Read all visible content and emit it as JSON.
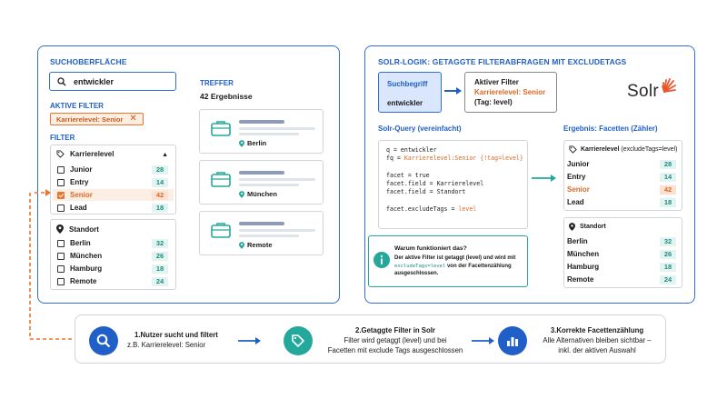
{
  "left_panel": {
    "title": "SUCHOBERFLÄCHE",
    "search_value": "entwickler",
    "active_filter_label": "AKTIVE FILTER",
    "active_chip": "Karrierelevel: Senior",
    "filter_label": "FILTER",
    "facets": [
      {
        "name": "Karrierelevel",
        "icon": "tag-icon",
        "items": [
          {
            "label": "Junior",
            "count": "28",
            "checked": false
          },
          {
            "label": "Entry",
            "count": "14",
            "checked": false
          },
          {
            "label": "Senior",
            "count": "42",
            "checked": true
          },
          {
            "label": "Lead",
            "count": "18",
            "checked": false
          }
        ]
      },
      {
        "name": "Standort",
        "icon": "pin-icon",
        "items": [
          {
            "label": "Berlin",
            "count": "32",
            "checked": false
          },
          {
            "label": "München",
            "count": "26",
            "checked": false
          },
          {
            "label": "Hamburg",
            "count": "18",
            "checked": false
          },
          {
            "label": "Remote",
            "count": "24",
            "checked": false
          }
        ]
      }
    ],
    "results_label": "TREFFER",
    "results_count": "42 Ergebnisse",
    "results": [
      "Berlin",
      "München",
      "Remote"
    ]
  },
  "right_panel": {
    "title": "SOLR-LOGIK: GETAGGTE FILTERABFRAGEN MIT EXCLUDETAGS",
    "suchbegriff_label": "Suchbegriff",
    "suchbegriff_value": "entwickler",
    "aktiver_filter_label": "Aktiver Filter",
    "aktiver_filter_value": "Karrierelevel: Senior",
    "aktiver_filter_tag": "(Tag: level)",
    "logo": "Solr",
    "query_label": "Solr-Query (vereinfacht)",
    "query_lines": [
      {
        "text": "q = entwickler",
        "hl": ""
      },
      {
        "text": "fq = ",
        "hl": "Karrierelevel:Senior {!tag=level}"
      },
      {
        "text": "",
        "hl": ""
      },
      {
        "text": "facet = true",
        "hl": ""
      },
      {
        "text": "facet.field = Karrierelevel",
        "hl": ""
      },
      {
        "text": "facet.field = Standort",
        "hl": ""
      },
      {
        "text": "",
        "hl": ""
      },
      {
        "text": "facet.excludeTags = ",
        "hl": "level"
      }
    ],
    "info_title": "Warum funktioniert das?",
    "info_text_1": "Der aktive Filter ist getaggt (level) und wird mit",
    "info_mono": "excludeTags=level",
    "info_text_2": "von der Facettenzählung ausgeschlossen.",
    "result_label": "Ergebnis: Facetten (Zähler)",
    "result_facet1_name": "Karrierelevel",
    "result_facet1_suffix": "(excludeTags=level)",
    "result_facet1_items": [
      {
        "label": "Junior",
        "count": "28"
      },
      {
        "label": "Entry",
        "count": "14"
      },
      {
        "label": "Senior",
        "count": "42"
      },
      {
        "label": "Lead",
        "count": "18"
      }
    ],
    "result_facet2_name": "Standort",
    "result_facet2_items": [
      {
        "label": "Berlin",
        "count": "32"
      },
      {
        "label": "München",
        "count": "26"
      },
      {
        "label": "Hamburg",
        "count": "18"
      },
      {
        "label": "Remote",
        "count": "24"
      }
    ]
  },
  "flow": {
    "steps": [
      {
        "title": "1.Nutzer sucht und filtert",
        "line2": "z.B. Karrierelevel: Senior",
        "line3": "",
        "icon": "search-icon",
        "color": "#1f5fc7"
      },
      {
        "title": "2.Getaggte Filter in Solr",
        "line2": "Filter wird getaggt (level) und bei",
        "line3": "Facetten mit exclude Tags ausgeschlossen",
        "icon": "tag-icon",
        "color": "#24a89b"
      },
      {
        "title": "3.Korrekte Facettenzählung",
        "line2": "Alle Alternativen bleiben sichtbar –",
        "line3": "inkl. der aktiven Auswahl",
        "icon": "bar-chart-icon",
        "color": "#1f5fc7"
      }
    ]
  }
}
